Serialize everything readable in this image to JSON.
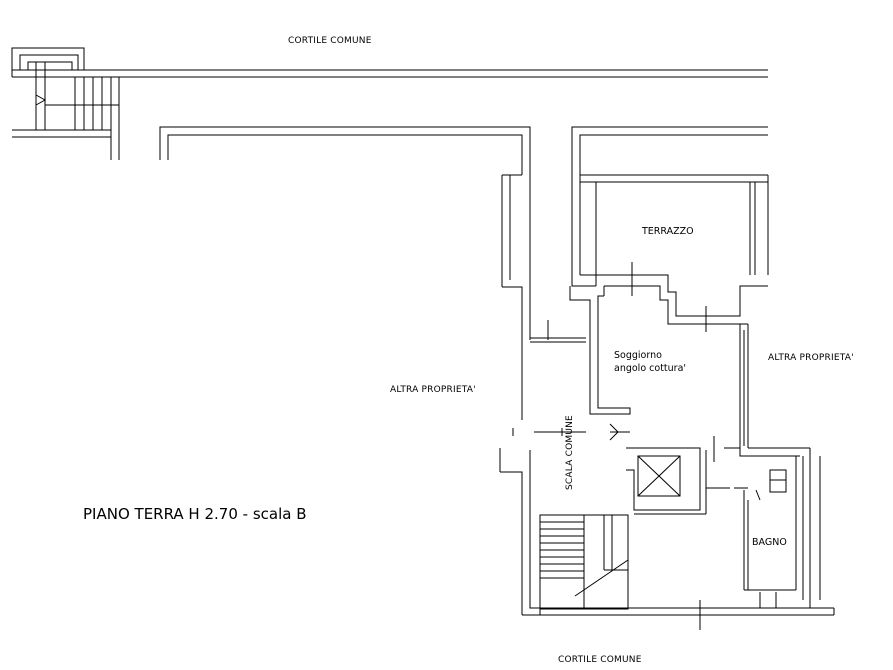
{
  "labels": {
    "cortile_top": "CORTILE COMUNE",
    "cortile_bottom": "CORTILE COMUNE",
    "terrazzo": "TERRAZZO",
    "soggiorno_1": "Soggiorno",
    "soggiorno_2": "angolo cottura'",
    "altra_left": "ALTRA PROPRIETA'",
    "altra_right": "ALTRA PROPRIETA'",
    "scala": "SCALA COMUNE",
    "bagno": "BAGNO",
    "plan_title": "PIANO TERRA H 2.70 - scala B"
  }
}
